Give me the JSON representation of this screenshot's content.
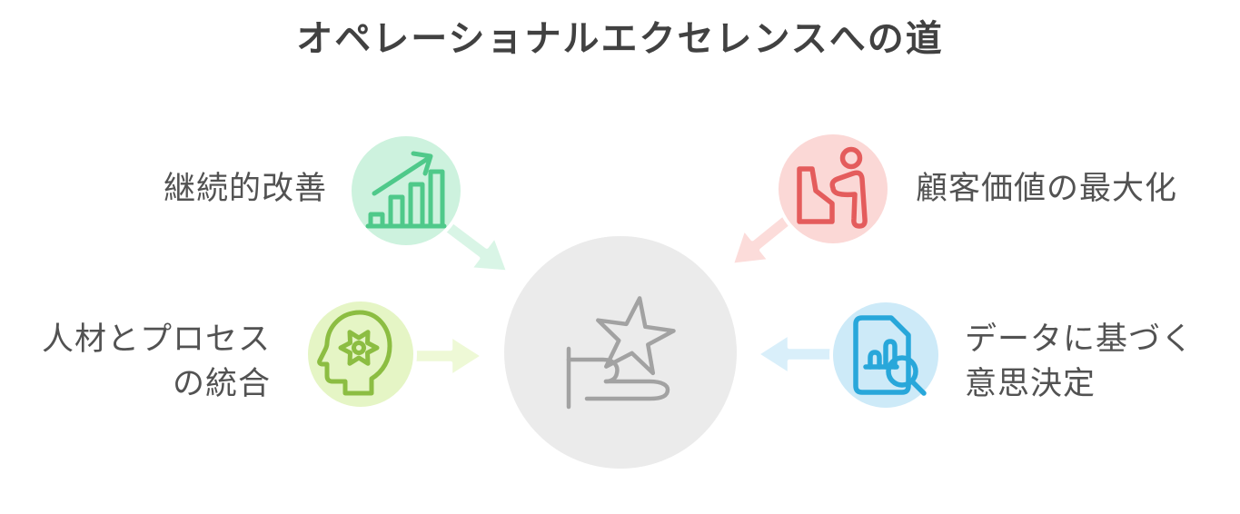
{
  "title": "オペレーショナルエクセレンスへの道",
  "colors": {
    "background": "#ffffff",
    "title_text": "#414141",
    "label_text": "#525252",
    "circle_ring": "#ffffff",
    "mint_circle": "#cdf2de",
    "mint_icon": "#4fc98a",
    "mint_arrow": "#d9f5e6",
    "pink_circle": "#fbd8d6",
    "pink_icon": "#e45c5c",
    "pink_arrow": "#fcdcda",
    "lime_circle": "#e5f5c5",
    "lime_icon": "#8cbd42",
    "lime_arrow": "#eef9d6",
    "blue_circle": "#cdeaf8",
    "blue_icon": "#28a7da",
    "blue_arrow": "#d9effa",
    "center_circle": "#ebebeb",
    "center_icon": "#a2a2a2"
  },
  "nodes": {
    "continuous_improvement": {
      "label": "継続的改善",
      "icon": "growth-chart-icon"
    },
    "customer_value": {
      "label": "顧客価値の最大化",
      "icon": "customer-service-icon"
    },
    "people_process": {
      "label_line1": "人材とプロセス",
      "label_line2": "の統合",
      "icon": "head-gear-icon"
    },
    "data_decisions": {
      "label_line1": "データに基づく",
      "label_line2": "意思決定",
      "icon": "document-magnifier-icon"
    }
  },
  "center": {
    "icon": "hand-holding-star-icon"
  }
}
